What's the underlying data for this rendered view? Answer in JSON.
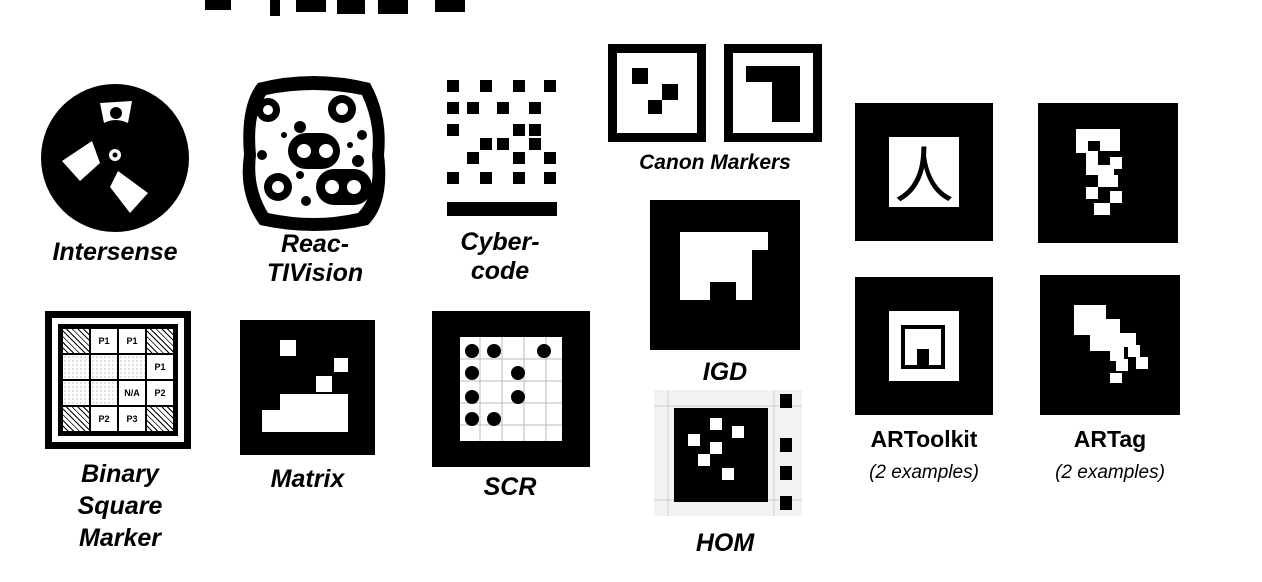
{
  "markers": {
    "intersense": "Intersense",
    "reactivision": "Reac-\nTIVision",
    "cybercode": "Cyber-\ncode",
    "canon": "Canon Markers",
    "artoolkit": "ARToolkit",
    "artoolkit_note": "(2 examples)",
    "artag": "ARTag",
    "artag_note": "(2 examples)",
    "binary_square": "Binary\nSquare\nMarker",
    "matrix": "Matrix",
    "scr": "SCR",
    "igd": "IGD",
    "hom": "HOM"
  },
  "binary_square_cells": [
    "P1",
    "P1",
    "P1",
    "N/A",
    "P2",
    "P2",
    "P3"
  ],
  "artoolkit_glyph": "人",
  "colors": {
    "ink": "#000000",
    "paper": "#ffffff",
    "grid": "#bbbbbb"
  }
}
